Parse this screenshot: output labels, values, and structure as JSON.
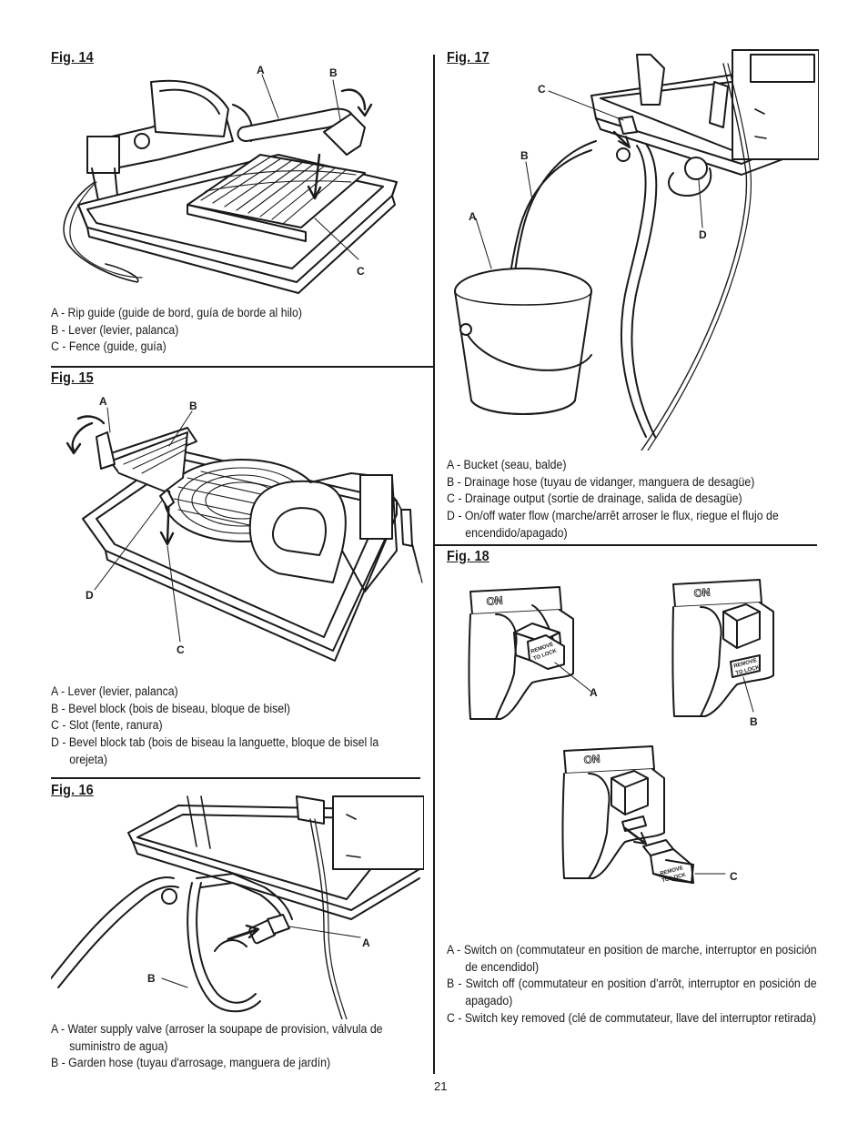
{
  "page_number": "21",
  "fig14": {
    "title": "Fig. 14",
    "callouts": {
      "a": "A",
      "b": "B",
      "c": "C"
    },
    "captions": [
      "A - Rip guide (guide de bord, guía de borde al hilo)",
      "B - Lever (levier, palanca)",
      "C - Fence (guide, guía)"
    ]
  },
  "fig15": {
    "title": "Fig. 15",
    "callouts": {
      "a": "A",
      "b": "B",
      "c": "C",
      "d": "D"
    },
    "captions": [
      "A - Lever (levier, palanca)",
      "B - Bevel block (bois de biseau, bloque de bisel)",
      "C - Slot (fente, ranura)",
      "D - Bevel block tab (bois de biseau la languette, bloque de bisel la orejeta)"
    ]
  },
  "fig16": {
    "title": "Fig. 16",
    "callouts": {
      "a": "A",
      "b": "B"
    },
    "captions": [
      "A - Water supply valve (arroser la soupape de provision, válvula de suministro de agua)",
      "B - Garden hose (tuyau d'arrosage, manguera de jardín)"
    ]
  },
  "fig17": {
    "title": "Fig. 17",
    "callouts": {
      "a": "A",
      "b": "B",
      "c": "C",
      "d": "D"
    },
    "captions": [
      "A - Bucket (seau, balde)",
      "B - Drainage hose (tuyau de vidanger, manguera de desagüe)",
      "C - Drainage output (sortie de drainage, salida de desagüe)",
      "D - On/off water flow (marche/arrêt arroser le flux, riegue el flujo de encendido/apagado)"
    ]
  },
  "fig18": {
    "title": "Fig. 18",
    "callouts": {
      "a": "A",
      "b": "B",
      "c": "C"
    },
    "switch_text": {
      "on": "ON",
      "key_line1": "REMOVE",
      "key_line2": "TO LOCK"
    },
    "captions": [
      "A - Switch on (commutateur en position de marche, interruptor en posición de encendidol)",
      "B - Switch off (commutateur en position d'arrôt, interruptor en posición de apagado)",
      "C - Switch key removed (clé de commutateur, llave del interruptor retirada)"
    ]
  }
}
